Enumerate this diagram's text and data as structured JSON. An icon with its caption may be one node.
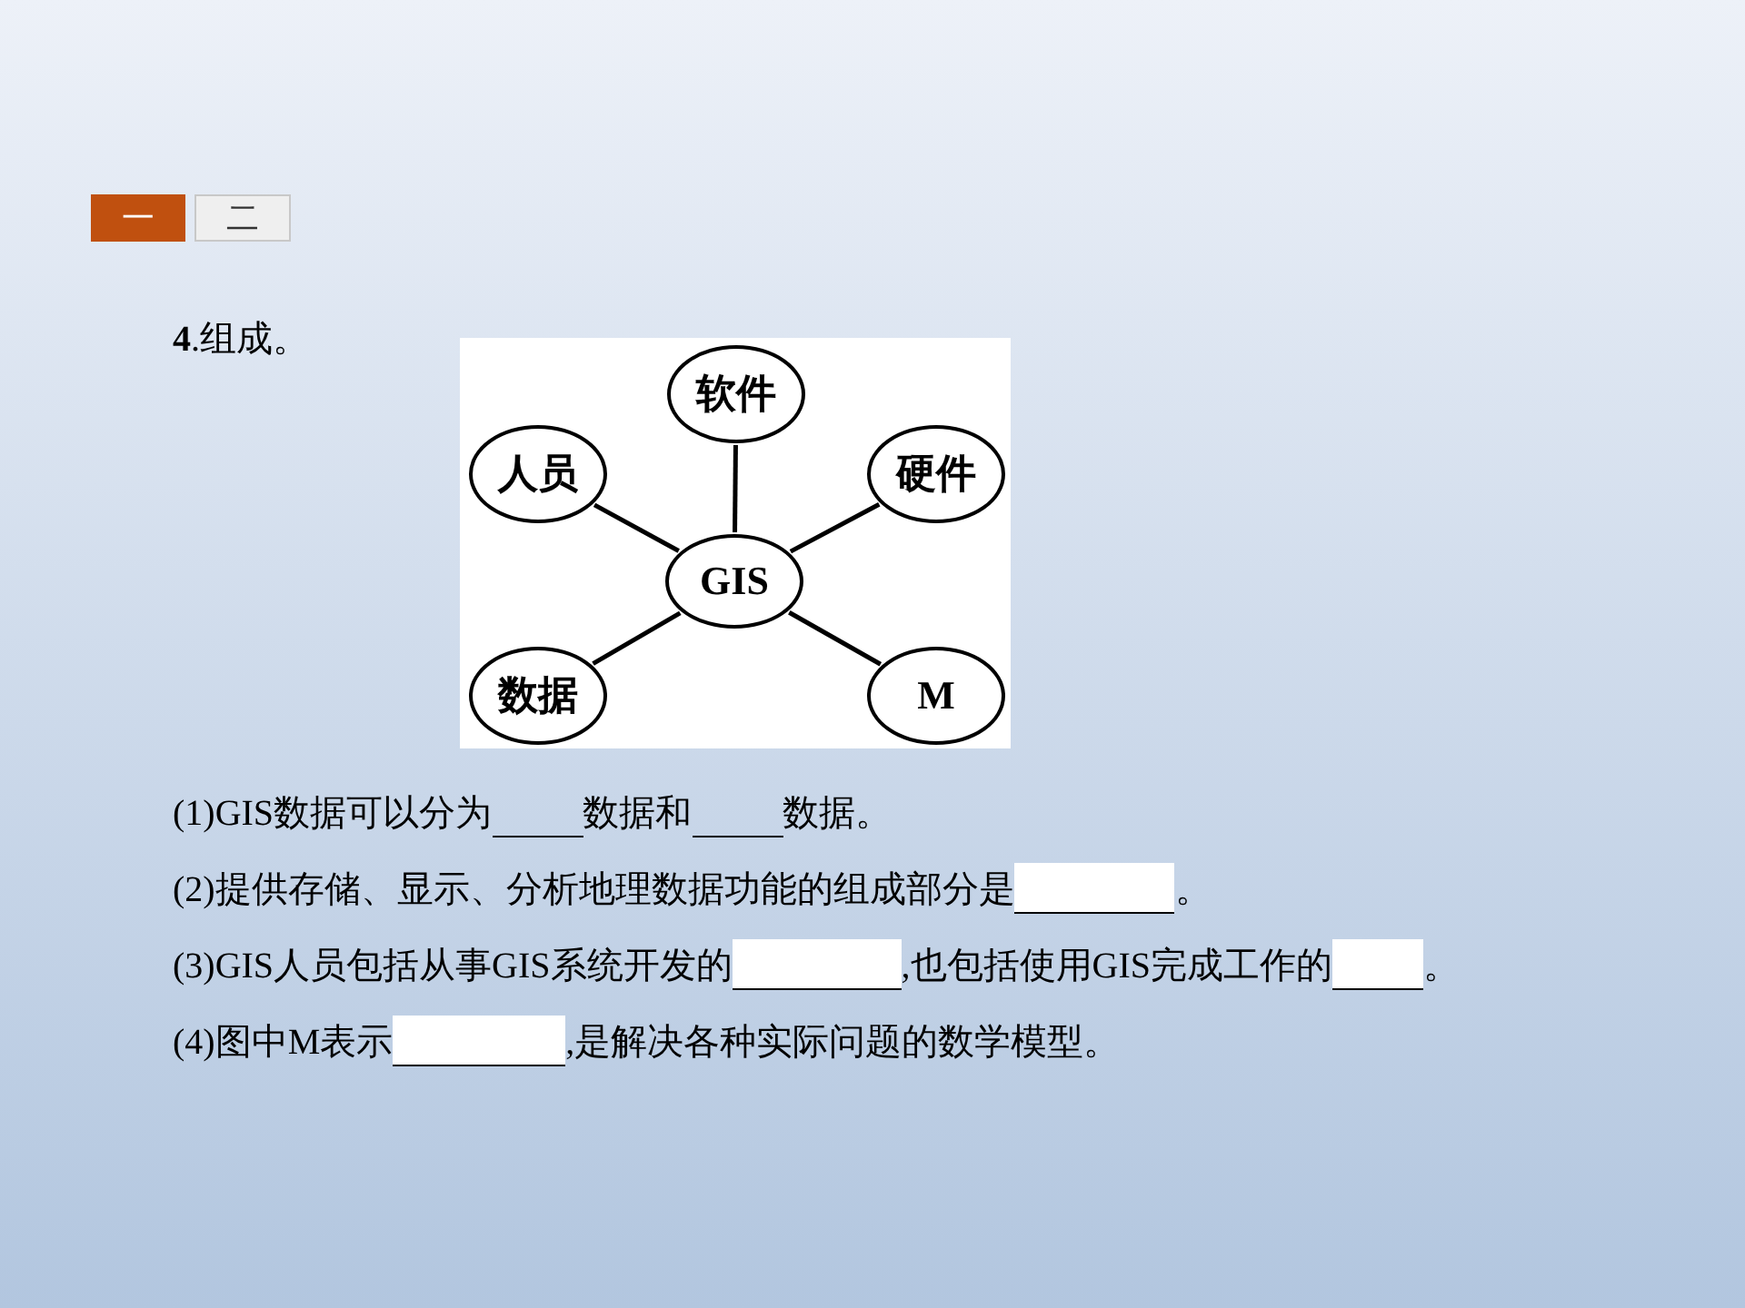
{
  "diagram": {
    "nodes": [
      {
        "text": [
          "一"
        ]
      },
      {
        "text": [
          "二"
        ]
      },
      {
        "text": [
          "软件"
        ]
      },
      {
        "text": [
          "人员"
        ]
      },
      {
        "text": [
          "硬件"
        ]
      },
      {
        "text": [
          "GIS"
        ]
      },
      {
        "text": [
          "数据"
        ]
      },
      {
        "text": [
          "M"
        ]
      }
    ],
    "edges": [
      {
        "from": 5,
        "to": 2,
        "arrow": "none"
      },
      {
        "from": 5,
        "to": 3,
        "arrow": "none"
      },
      {
        "from": 5,
        "to": 4,
        "arrow": "none"
      },
      {
        "from": 5,
        "to": 6,
        "arrow": "none"
      },
      {
        "from": 5,
        "to": 7,
        "arrow": "none"
      }
    ],
    "labels": [
      "**4**.组成。",
      "(1)GIS数据可以分为",
      "数据和",
      "数据。",
      "(2)提供存储、显示、分析地理数据功能的组成部分是",
      "。",
      "(3)GIS人员包括从事GIS系统开发的",
      ",也包括使用GIS完成工作的",
      "。",
      "(4)图中M表示",
      ",是解决各种实际问题的数学模型。"
    ]
  }
}
